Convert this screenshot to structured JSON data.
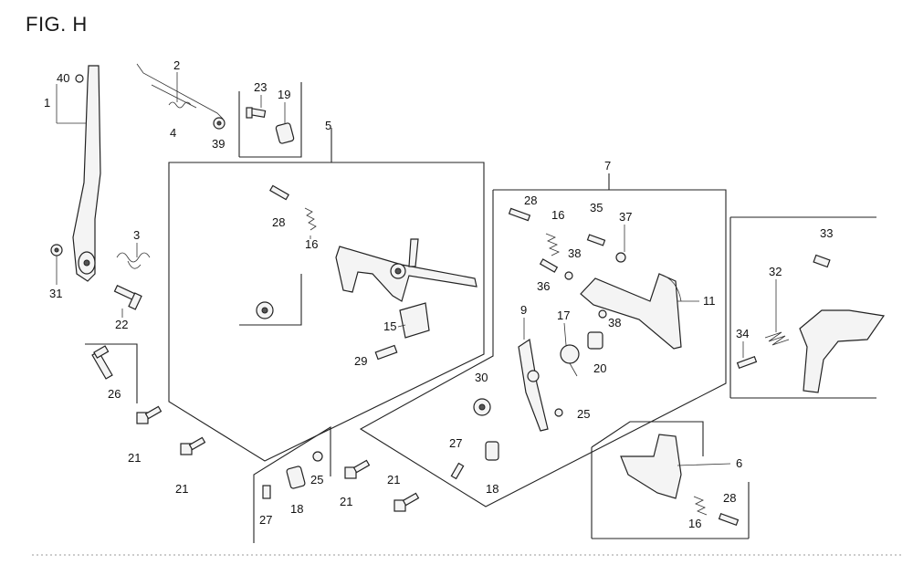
{
  "figure": {
    "title": "FIG. H"
  },
  "callouts": {
    "c1": "1",
    "c2": "2",
    "c3": "3",
    "c4": "4",
    "c5": "5",
    "c6": "6",
    "c7": "7",
    "c9": "9",
    "c11": "11",
    "c15": "15",
    "c16a": "16",
    "c16b": "16",
    "c16c": "16",
    "c17": "17",
    "c18a": "18",
    "c18b": "18",
    "c19": "19",
    "c20": "20",
    "c21a": "21",
    "c21b": "21",
    "c21c": "21",
    "c21d": "21",
    "c22": "22",
    "c23": "23",
    "c25a": "25",
    "c25b": "25",
    "c26": "26",
    "c27a": "27",
    "c27b": "27",
    "c28a": "28",
    "c28b": "28",
    "c28c": "28",
    "c29": "29",
    "c30": "30",
    "c31": "31",
    "c32": "32",
    "c33": "33",
    "c34": "34",
    "c35": "35",
    "c36": "36",
    "c37": "37",
    "c38a": "38",
    "c38b": "38",
    "c39": "39",
    "c40": "40"
  }
}
